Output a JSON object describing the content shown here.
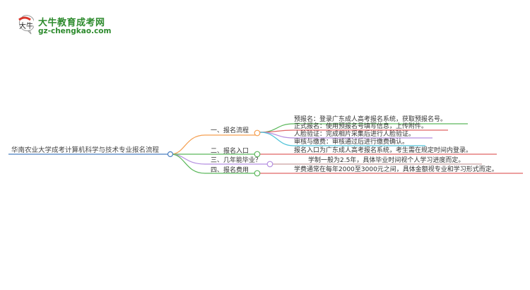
{
  "logo": {
    "title": "大牛教育成考网",
    "url": "gz-chengkao.com",
    "brand_color": "#2e8b2e",
    "badge_color": "#d9362b"
  },
  "mindmap": {
    "root": "华南农业大学成考计算机科学与技术专业报名流程",
    "branches": [
      {
        "label": "一、报名流程",
        "color": "#f5a052",
        "children": [
          {
            "text": "预报名：登录广东成人高考报名系统，获取预报名号。",
            "color": "#5cb85c"
          },
          {
            "text": "正式报名：使用预报名号填写信息，上传附件。",
            "color": "#e06666"
          },
          {
            "text": "人脸验证：完成相片采集后进行人脸验证。",
            "color": "#b48ee0"
          },
          {
            "text": "审核与缴费：审核通过后进行缴费确认。",
            "color": "#4fc3d9"
          }
        ]
      },
      {
        "label": "二、报名入口",
        "color": "#5cb85c",
        "children": [
          {
            "text": "报名入口为广东成人高考报名系统，考生需在规定时间内登录。",
            "color": "#e06666"
          }
        ]
      },
      {
        "label": "三、几年能毕业？",
        "color": "#b48ee0",
        "children": [
          {
            "text": "学制一般为2.5年，具体毕业时间视个人学习进度而定。",
            "color": "#c9a0a0"
          }
        ]
      },
      {
        "label": "四、报名费用",
        "color": "#5cb85c",
        "children": [
          {
            "text": "学费通常在每年2000至3000元之间，具体金额视专业和学习形式而定。",
            "color": "#e06666"
          }
        ]
      }
    ]
  }
}
